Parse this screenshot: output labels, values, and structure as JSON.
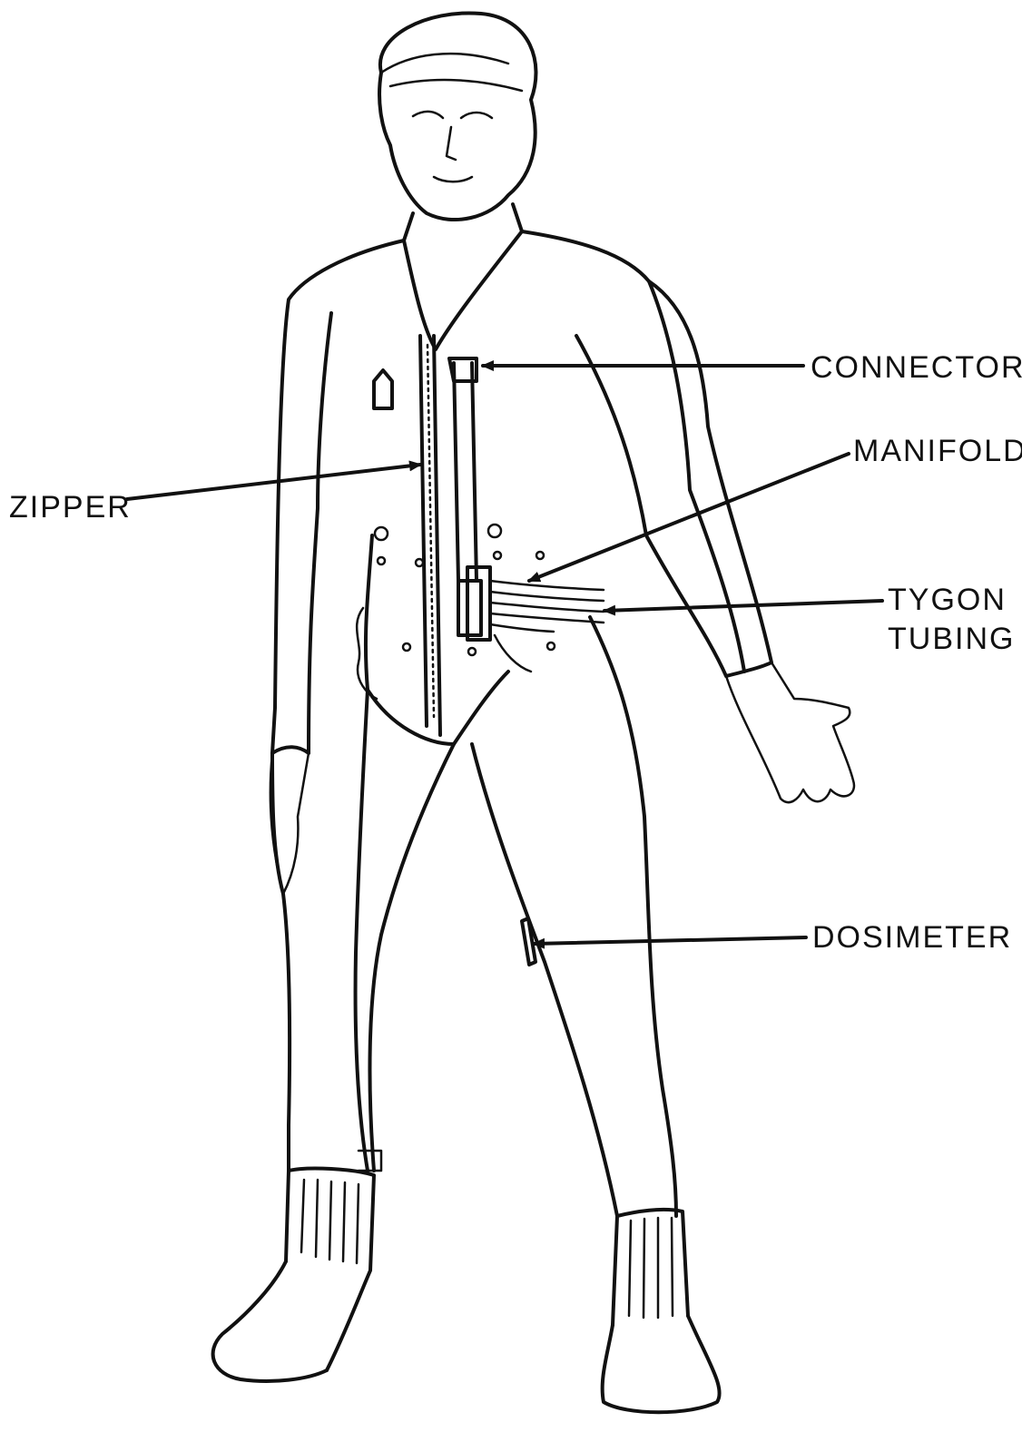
{
  "labels": {
    "connector": "CONNECTOR",
    "manifold": "MANIFOLD",
    "zipper": "ZIPPER",
    "tygon_line1": "TYGON",
    "tygon_line2": "TUBING",
    "dosimeter": "DOSIMETER"
  }
}
